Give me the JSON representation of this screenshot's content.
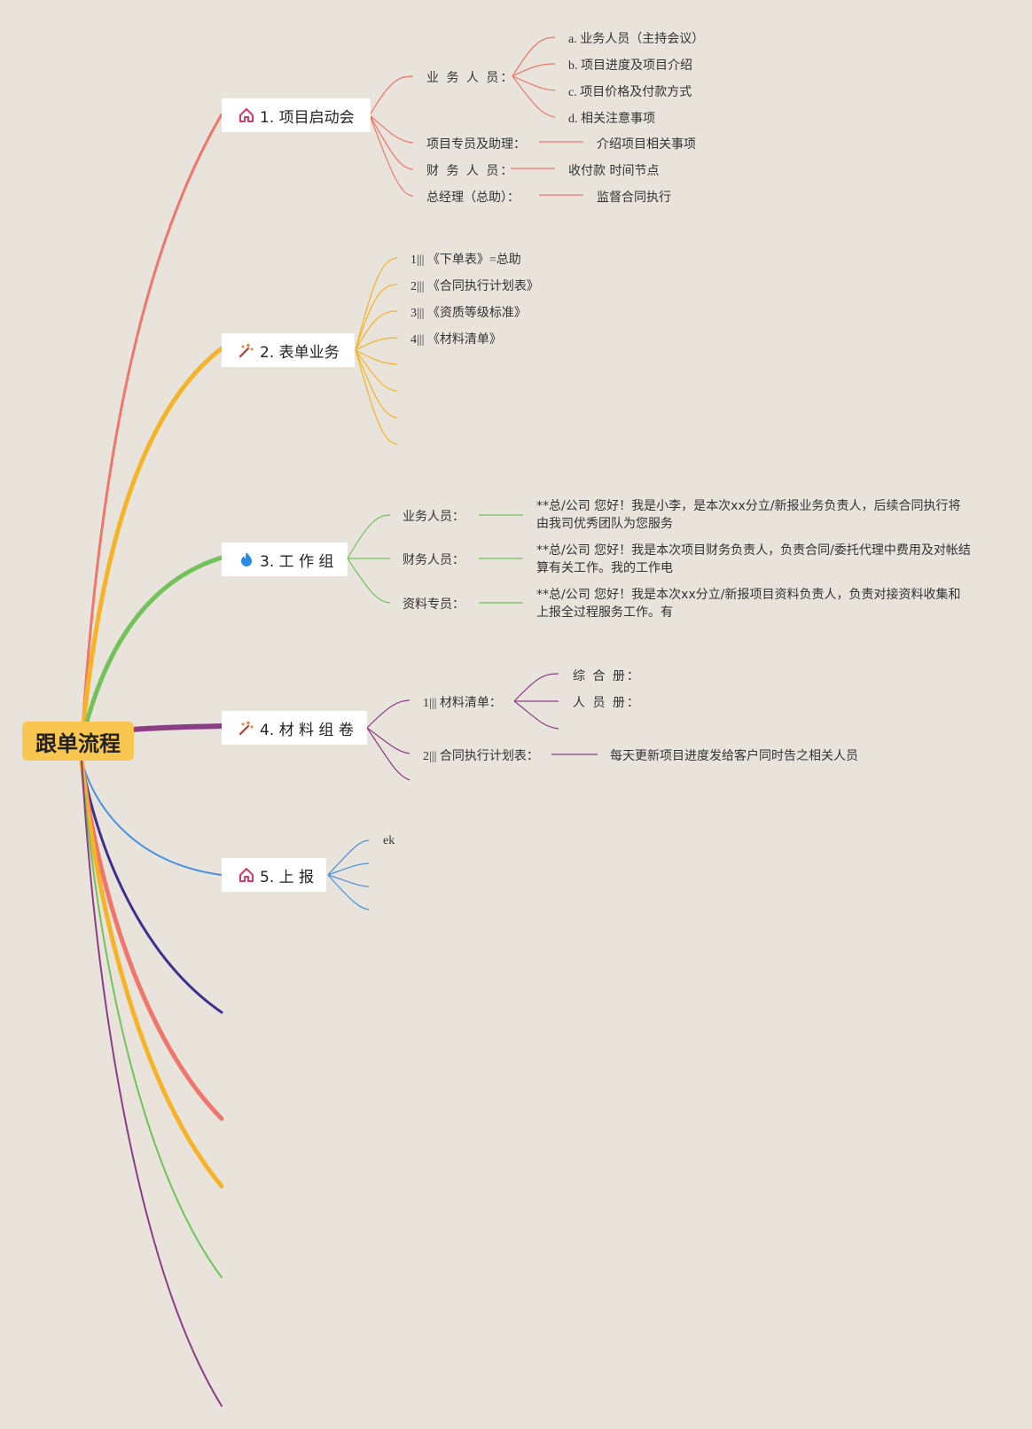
{
  "root": {
    "label": "跟单流程"
  },
  "colors": {
    "b1": "#f0756a",
    "b2": "#f7b328",
    "b3": "#72c15a",
    "b4": "#8b3d86",
    "b5": "#4a8fdc",
    "b6": "#3e2f8e"
  },
  "branches": [
    {
      "label": "1. 项目启动会",
      "icon": "house-icon",
      "children": [
        {
          "label": "业 务 人 员：",
          "children": [
            "a. 业务人员（主持会议）",
            "b. 项目进度及项目介绍",
            "c. 项目价格及付款方式",
            "d. 相关注意事项"
          ]
        },
        {
          "label": "项目专员及助理：",
          "value": "介绍项目相关事项"
        },
        {
          "label": "财 务 人 员：",
          "value": "收付款 时间节点"
        },
        {
          "label": "总经理（总助）：",
          "value": "监督合同执行"
        }
      ]
    },
    {
      "label": "2. 表单业务",
      "icon": "magic-wand-icon",
      "children": [
        "1||| 《下单表》=总助",
        "2||| 《合同执行计划表》",
        "3||| 《资质等级标准》",
        "4||| 《材料清单》"
      ]
    },
    {
      "label": "3. 工 作 组",
      "icon": "flame-icon",
      "children": [
        {
          "label": "业务人员：",
          "value": "**总/公司 您好！我是小李，是本次xx分立/新报业务负责人，后续合同执行将由我司优秀团队为您服务"
        },
        {
          "label": "财务人员：",
          "value": "**总/公司 您好！我是本次项目财务负责人，负责合同/委托代理中费用及对帐结算有关工作。我的工作电"
        },
        {
          "label": "资料专员：",
          "value": "**总/公司 您好！我是本次xx分立/新报项目资料负责人，负责对接资料收集和上报全过程服务工作。有"
        }
      ]
    },
    {
      "label": "4. 材 料 组 卷",
      "icon": "magic-wand-icon",
      "children": [
        {
          "label": "1||| 材料清单：",
          "children": [
            "综 合 册：",
            "人 员 册："
          ]
        },
        {
          "label": "2||| 合同执行计划表：",
          "value": "每天更新项目进度发给客户同时告之相关人员"
        }
      ]
    },
    {
      "label": "5. 上 报",
      "icon": "house-icon",
      "children": [
        "ek"
      ]
    }
  ]
}
